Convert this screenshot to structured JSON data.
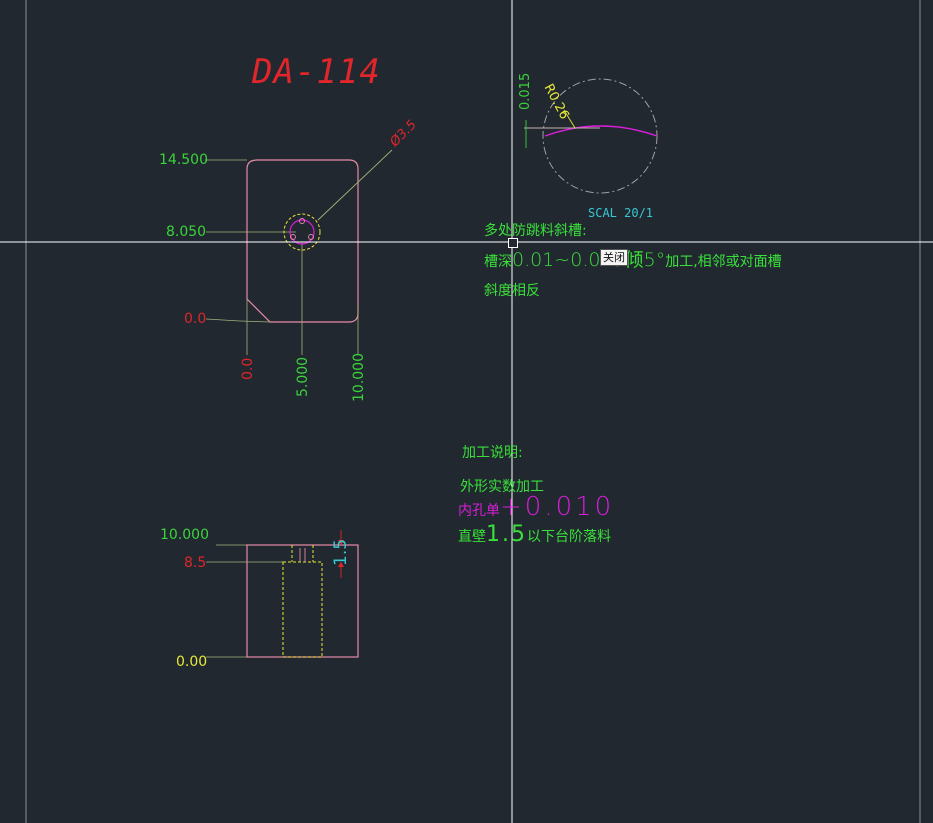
{
  "drawing": {
    "title": "DA-114",
    "top_view": {
      "y_dims": [
        "14.500",
        "8.050",
        "0.0"
      ],
      "x_dims": [
        "0.0",
        "5.000",
        "10.000"
      ],
      "hole_label": "Ø3.5"
    },
    "side_view": {
      "z_dims": [
        "10.000",
        "8.5",
        "0.00"
      ],
      "depth_label": "1.5"
    },
    "detail": {
      "depth_label": "0.015",
      "radius_label": "R0.26",
      "scale_label": "SCAL 20/1"
    },
    "note_groove": {
      "line1": "多处防跳料斜槽:",
      "line2_prefix": "槽深",
      "line2_value": "0.01~0.015",
      "line2_hidden": "倾5°",
      "line2_suffix": "加工,相邻或对面槽",
      "line3": "斜度相反"
    },
    "note_machining": {
      "heading": "加工说明:",
      "line1": "外形实数加工",
      "line2_prefix": "内孔单",
      "line2_value": "+0.010",
      "line3_prefix": "直壁",
      "line3_value": "1.5",
      "line3_suffix": "以下台阶落料"
    }
  },
  "cursor": {
    "tooltip": "关闭"
  },
  "colors": {
    "background": "#212830",
    "outline": "#e88aa8",
    "dim_green": "#3ad43a",
    "dim_red": "#e0262a",
    "dim_yellow": "#e8e836",
    "magenta": "#d81ed8",
    "crosshair": "#ffffff",
    "viewport_border": "#8a8f96"
  }
}
